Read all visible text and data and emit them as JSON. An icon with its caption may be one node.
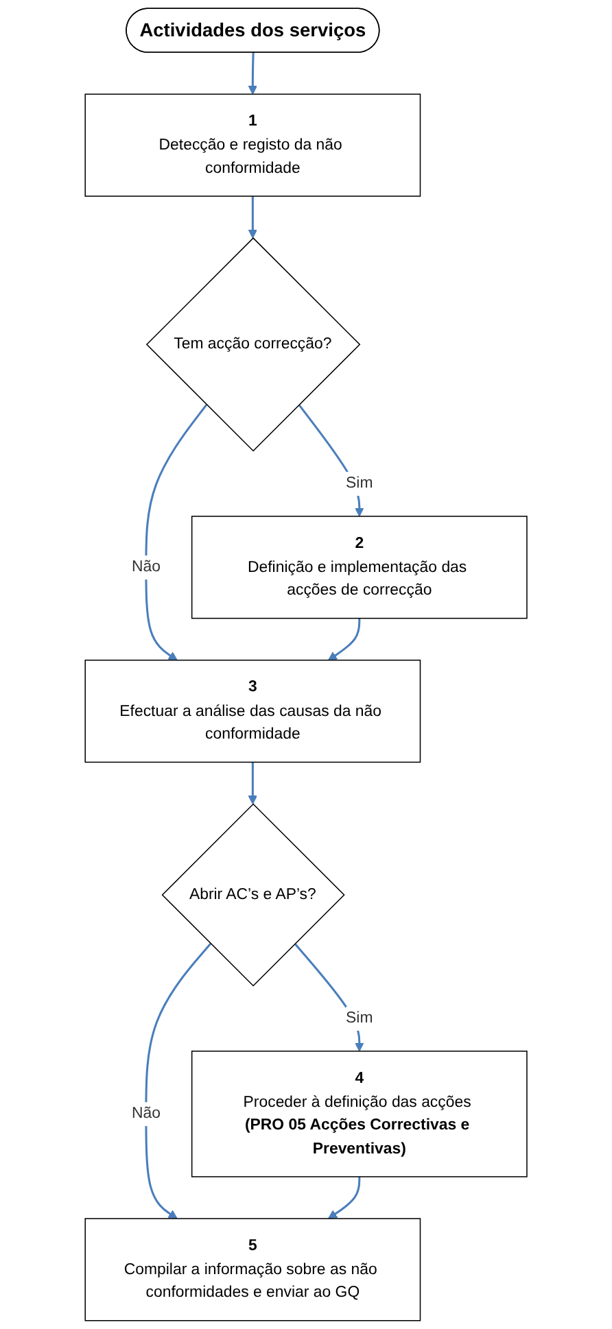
{
  "diagram": {
    "nodes": [
      {
        "text": [
          "Actividades dos serviços"
        ]
      },
      {
        "text": [
          "1",
          "Detecção e registo da não conformidade"
        ]
      },
      {
        "text": [
          "Tem acção correcção?"
        ]
      },
      {
        "text": [
          "2",
          "Definição e implementação das acções de correcção"
        ]
      },
      {
        "text": [
          "3",
          "Efectuar a análise das causas da não conformidade"
        ]
      },
      {
        "text": [
          "Abrir AC’s e AP’s?"
        ]
      },
      {
        "text": [
          "4",
          "Proceder à definição das acções **(PRO 05 Acções Correctivas e Preventivas)**"
        ]
      },
      {
        "text": [
          "5",
          "Compilar a informação sobre as não conformidades e enviar ao GQ"
        ]
      }
    ],
    "edges": [
      {
        "from": 0,
        "to": 1,
        "arrow": "to"
      },
      {
        "from": 1,
        "to": 2,
        "arrow": "to"
      },
      {
        "from": 2,
        "to": 3,
        "label": "Sim",
        "arrow": "to"
      },
      {
        "from": 2,
        "to": 4,
        "label": "Não",
        "arrow": "to"
      },
      {
        "from": 3,
        "to": 4,
        "arrow": "to"
      },
      {
        "from": 4,
        "to": 5,
        "arrow": "to"
      },
      {
        "from": 5,
        "to": 6,
        "label": "Sim",
        "arrow": "to"
      },
      {
        "from": 5,
        "to": 7,
        "label": "Não",
        "arrow": "to"
      },
      {
        "from": 6,
        "to": 7,
        "arrow": "to"
      }
    ]
  }
}
